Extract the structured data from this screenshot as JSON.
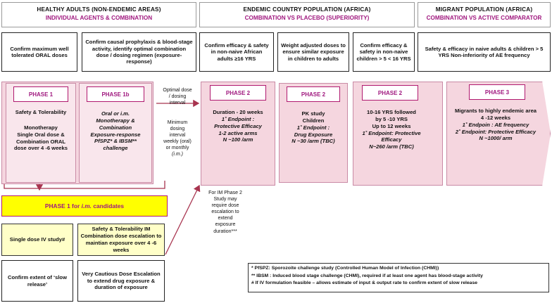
{
  "headers": [
    {
      "line1": "HEALTHY ADULTS (NON-ENDEMIC AREAS)",
      "line2": "INDIVIDUAL AGENTS & COMBINATION"
    },
    {
      "line1": "ENDEMIC COUNTRY POPULATION (AFRICA)",
      "line2": "COMBINATION VS PLACEBO (SUPERIORITY)"
    },
    {
      "line1": "MIGRANT POPULATION (AFRICA)",
      "line2": "COMBINATION VS ACTIVE COMPARATOR"
    }
  ],
  "objectives": {
    "o1": "Confirm maximum well tolerated ORAL doses",
    "o2": "Confirm causal prophylaxis & blood-stage activity, identify optimal combination dose / dosing regimen (exposure-response)",
    "o3": "Confirm efficacy & safety in non-naive African adults ≥16 YRS",
    "o4": "Weight adjusted doses to ensure similar exposure in children to adults",
    "o5": "Confirm efficacy & safety in non-naive children > 5 < 16 YRS",
    "o6": "Safety & efficacy in naive adults & children > 5 YRS Non-inferiority of AE frequency"
  },
  "phases": {
    "p1": {
      "title": "PHASE 1",
      "l1": "Safety & Tolerability",
      "l2": "Monotherapy",
      "l3": "Single Oral dose &",
      "l4": "Combination ORAL",
      "l5": "dose over 4 -6 weeks"
    },
    "p1b": {
      "title": "PHASE 1b",
      "l1": "Oral or i.m.",
      "l2": "Monotherapy &",
      "l3": "Combination",
      "l4": "Exposure-response",
      "l5": "PfSPZ* & IBSM**",
      "l6": "challenge"
    },
    "p2a": {
      "title": "PHASE 2",
      "l1": "Duration - 20 weeks",
      "l2": "1˚ Endpoint :",
      "l3": "Protective Efficacy",
      "l4": "1-2 active arms",
      "l5": "N ~100 /arm"
    },
    "p2b": {
      "title": "PHASE 2",
      "l1": "PK study",
      "l2": "Children",
      "l3": "1˚ Endpoint :",
      "l4": "Drug Exposure",
      "l5": "N ~30 /arm (TBC)"
    },
    "p2c": {
      "title": "PHASE 2",
      "l1": "10-16 YRS followed",
      "l2": "by 5 -10 YRS",
      "l3": "Up to 12 weeks",
      "l4": "1˚ Endpoint: Protective",
      "l5": "Efficacy",
      "l6": "N~260 /arm (TBC)"
    },
    "p3": {
      "title": "PHASE 3",
      "l1": "Migrants to highly endemic area",
      "l2": "4 -12 weeks",
      "l3": "1˚ Endpoin : AE frequency",
      "l4": "2˚ Endpoint: Protective Efficacy",
      "l5": "N ~1000/ arm"
    }
  },
  "mid_text": {
    "optimal": [
      "Optimal dose",
      "/ dosing",
      "interval"
    ],
    "minimum": [
      "Minimum",
      "dosing",
      "interval",
      "weekly (oral)",
      "or monthly",
      "(i.m.)"
    ],
    "im_note": [
      "For IM Phase 2",
      "Study may",
      "require dose",
      "escalation to",
      "extend",
      "exposure",
      "duration***"
    ]
  },
  "im_banner": {
    "prefix": "PHASE 1 for ",
    "italic": "i.m.",
    "suffix": " candidates"
  },
  "im_boxes": {
    "single": "Single dose IV study#",
    "combo": "Safety & Tolerability IM Combination dose escalation to maintian exposure over 4 -6 weeks",
    "confirm": "Confirm extent of ‘slow release’",
    "cautious": "Very Cautious Dose Escalation to extend drug exposure & duration of exposure"
  },
  "footnotes": [
    "* PfSPZ: Sporozoite challenge study (Controlled Human Model of Infection (CHMI))",
    "** IBSM : Induced blood stage challenge (CHMI), required if at least one agent has blood-stage activity",
    "# If IV formulation feasible – allows estimate of input & output rate to confirm extent of slow release"
  ],
  "colors": {
    "magenta": "#a0197f",
    "pink": "#f5d6df",
    "arrow": "#a8344f",
    "yellow": "#ffffc8"
  }
}
